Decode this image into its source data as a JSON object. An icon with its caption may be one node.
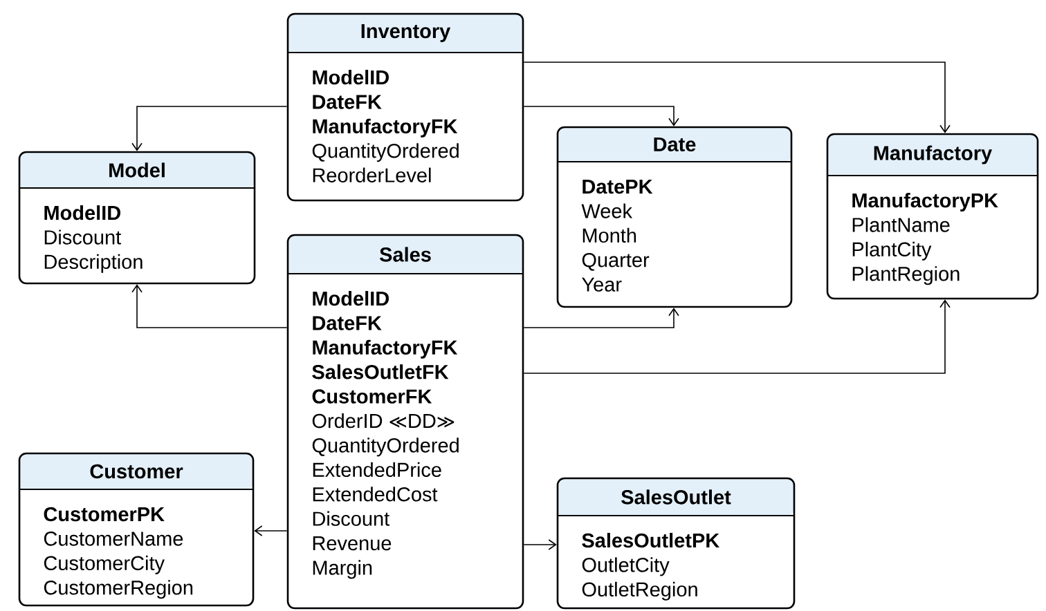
{
  "diagram": {
    "nodes": [
      {
        "text": [
          "Inventory",
          "**ModelID**",
          "**DateFK**",
          "**ManufactoryFK**",
          "QuantityOrdered",
          "ReorderLevel"
        ]
      },
      {
        "text": [
          "Model",
          "**ModelID**",
          "Discount",
          "Description"
        ]
      },
      {
        "text": [
          "Date",
          "**DatePK**",
          "Week",
          "Month",
          "Quarter",
          "Year"
        ]
      },
      {
        "text": [
          "Manufactory",
          "**ManufactoryPK**",
          "PlantName",
          "PlantCity",
          "PlantRegion"
        ]
      },
      {
        "text": [
          "Sales",
          "**ModelID**",
          "**DateFK**",
          "**ManufactoryFK**",
          "**SalesOutletFK**",
          "**CustomerFK**",
          "OrderID ≪DD≫",
          "QuantityOrdered",
          "ExtendedPrice",
          "ExtendedCost",
          "Discount",
          "Revenue",
          "Margin"
        ]
      },
      {
        "text": [
          "Customer",
          "**CustomerPK**",
          "CustomerName",
          "CustomerCity",
          "CustomerRegion"
        ]
      },
      {
        "text": [
          "SalesOutlet",
          "**SalesOutletPK**",
          "OutletCity",
          "OutletRegion"
        ]
      }
    ],
    "edges": [
      {
        "from": 0,
        "to": 1,
        "arrow": "to"
      },
      {
        "from": 0,
        "to": 2,
        "arrow": "to"
      },
      {
        "from": 0,
        "to": 3,
        "arrow": "to"
      },
      {
        "from": 4,
        "to": 1,
        "arrow": "to"
      },
      {
        "from": 4,
        "to": 2,
        "arrow": "to"
      },
      {
        "from": 4,
        "to": 3,
        "arrow": "to"
      },
      {
        "from": 4,
        "to": 5,
        "arrow": "to"
      },
      {
        "from": 4,
        "to": 6,
        "arrow": "to"
      }
    ]
  }
}
